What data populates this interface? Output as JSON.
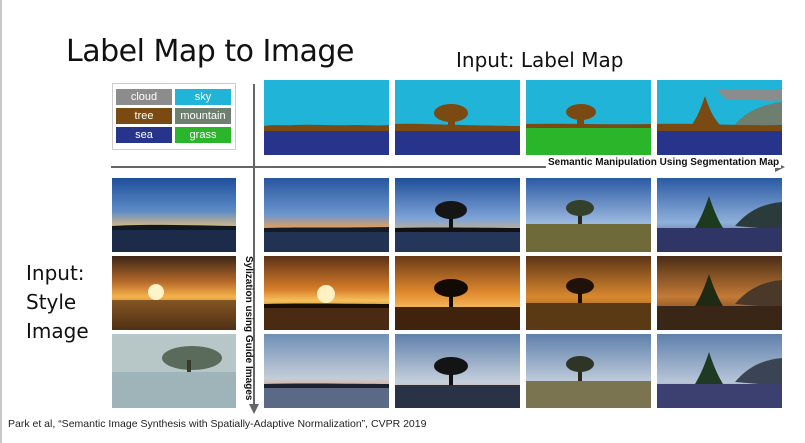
{
  "slide": {
    "title": "Label Map to Image",
    "label_map_heading": "Input: Label Map",
    "style_heading_lines": [
      "Input:",
      "Style",
      "Image"
    ],
    "semantic_axis_label": "Semantic Manipulation Using Segmentation Map",
    "style_axis_label": "Sylization using Guide Images",
    "citation": "Park et al, “Semantic Image Synthesis with Spatially-Adaptive Normalization”, CVPR 2019"
  },
  "legend": {
    "items": [
      {
        "label": "cloud",
        "color": "#8c8c8c"
      },
      {
        "label": "sky",
        "color": "#1fb4d8"
      },
      {
        "label": "tree",
        "color": "#7a4a12"
      },
      {
        "label": "mountain",
        "color": "#6f7f6f"
      },
      {
        "label": "sea",
        "color": "#27348b"
      },
      {
        "label": "grass",
        "color": "#2ab52a"
      }
    ]
  },
  "colors": {
    "axis": "#666666",
    "label_sky": "#1fb4d8",
    "label_sea": "#27348b",
    "label_tree": "#7a4a12",
    "label_grass": "#2ab52a",
    "label_mountain": "#6f7f6f",
    "label_cloud": "#8c8c8c"
  }
}
